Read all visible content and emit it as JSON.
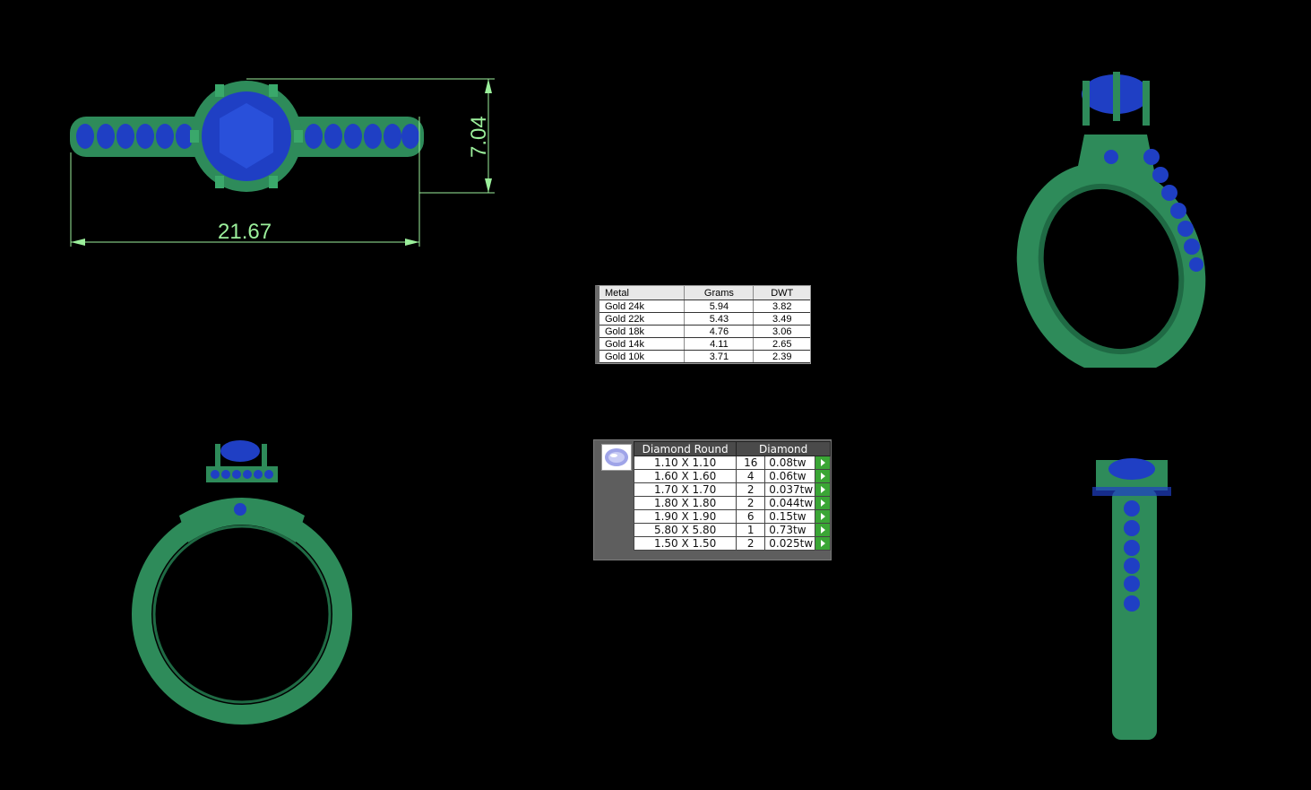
{
  "dimensions": {
    "width_label": "21.67",
    "height_label": "7.04"
  },
  "metal_table": {
    "headers": [
      "Metal",
      "Grams",
      "DWT"
    ],
    "rows": [
      {
        "metal": "Gold 24k",
        "grams": "5.94",
        "dwt": "3.82"
      },
      {
        "metal": "Gold 22k",
        "grams": "5.43",
        "dwt": "3.49"
      },
      {
        "metal": "Gold 18k",
        "grams": "4.76",
        "dwt": "3.06"
      },
      {
        "metal": "Gold 14k",
        "grams": "4.11",
        "dwt": "2.65"
      },
      {
        "metal": "Gold 10k",
        "grams": "3.71",
        "dwt": "2.39"
      }
    ]
  },
  "stone_table": {
    "headers": [
      "Diamond Round",
      "Diamond"
    ],
    "thumbnail_icon": "round-gem-icon",
    "rows": [
      {
        "size": "1.10 X 1.10",
        "count": "16",
        "weight": "0.08tw"
      },
      {
        "size": "1.60 X 1.60",
        "count": "4",
        "weight": "0.06tw"
      },
      {
        "size": "1.70 X 1.70",
        "count": "2",
        "weight": "0.037tw"
      },
      {
        "size": "1.80 X 1.80",
        "count": "2",
        "weight": "0.044tw"
      },
      {
        "size": "1.90 X 1.90",
        "count": "6",
        "weight": "0.15tw"
      },
      {
        "size": "5.80 X 5.80",
        "count": "1",
        "weight": "0.73tw"
      },
      {
        "size": "1.50 X 1.50",
        "count": "2",
        "weight": "0.025tw"
      }
    ]
  },
  "colors": {
    "metal": "#2e8b5a",
    "stone": "#1f3fc4",
    "dimension_line": "#9bef9b",
    "go_button": "#3aa635"
  }
}
